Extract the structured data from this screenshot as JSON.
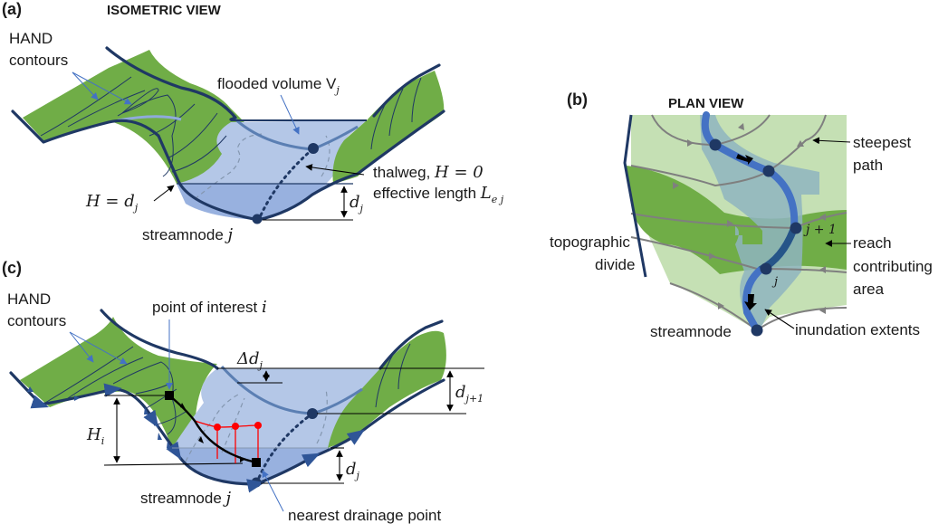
{
  "panel_a": {
    "letter": "(a)",
    "title": "ISOMETRIC VIEW",
    "labels": {
      "hand_contours_1": "HAND",
      "hand_contours_2": "contours",
      "flooded_volume": "flooded volume V",
      "flooded_volume_sub": "j",
      "thalweg": "thalweg, ",
      "thalweg_math": "H = 0",
      "effective_length": "effective length  ",
      "effective_length_math": "L",
      "effective_length_sub": "e j",
      "h_equals": "H = d",
      "h_equals_sub": "j",
      "depth": "d",
      "depth_sub": "j",
      "streamnode": "streamnode ",
      "streamnode_math": "j"
    }
  },
  "panel_b": {
    "letter": "(b)",
    "title": "PLAN VIEW",
    "labels": {
      "steepest_1": "steepest",
      "steepest_2": "path",
      "topo_1": "topographic",
      "topo_2": "divide",
      "reach_1": "reach",
      "reach_2": "contributing",
      "reach_3": "area",
      "inundation": "inundation extents",
      "streamnode": "streamnode",
      "node_j1": "j + 1",
      "node_j": "j"
    }
  },
  "panel_c": {
    "letter": "(c)",
    "labels": {
      "hand_contours_1": "HAND",
      "hand_contours_2": "contours",
      "point_of_interest": "point of interest ",
      "point_of_interest_math": "i",
      "delta_d": "Δd",
      "delta_d_sub": "j",
      "d_next": "d",
      "d_next_sub": "j+1",
      "h_i": "H",
      "h_i_sub": "i",
      "d_j": "d",
      "d_j_sub": "j",
      "streamnode": "streamnode ",
      "streamnode_math": "j",
      "nearest_drainage": "nearest drainage point"
    }
  },
  "colors": {
    "terrain_green": "#70ad47",
    "plan_light_green": "#c5e0b4",
    "water_light": "#b4c7e7",
    "water_deep": "#8faadc",
    "stream_blue": "#4472c4",
    "node_navy": "#1f3864",
    "flowpath_red": "#ff0000"
  }
}
